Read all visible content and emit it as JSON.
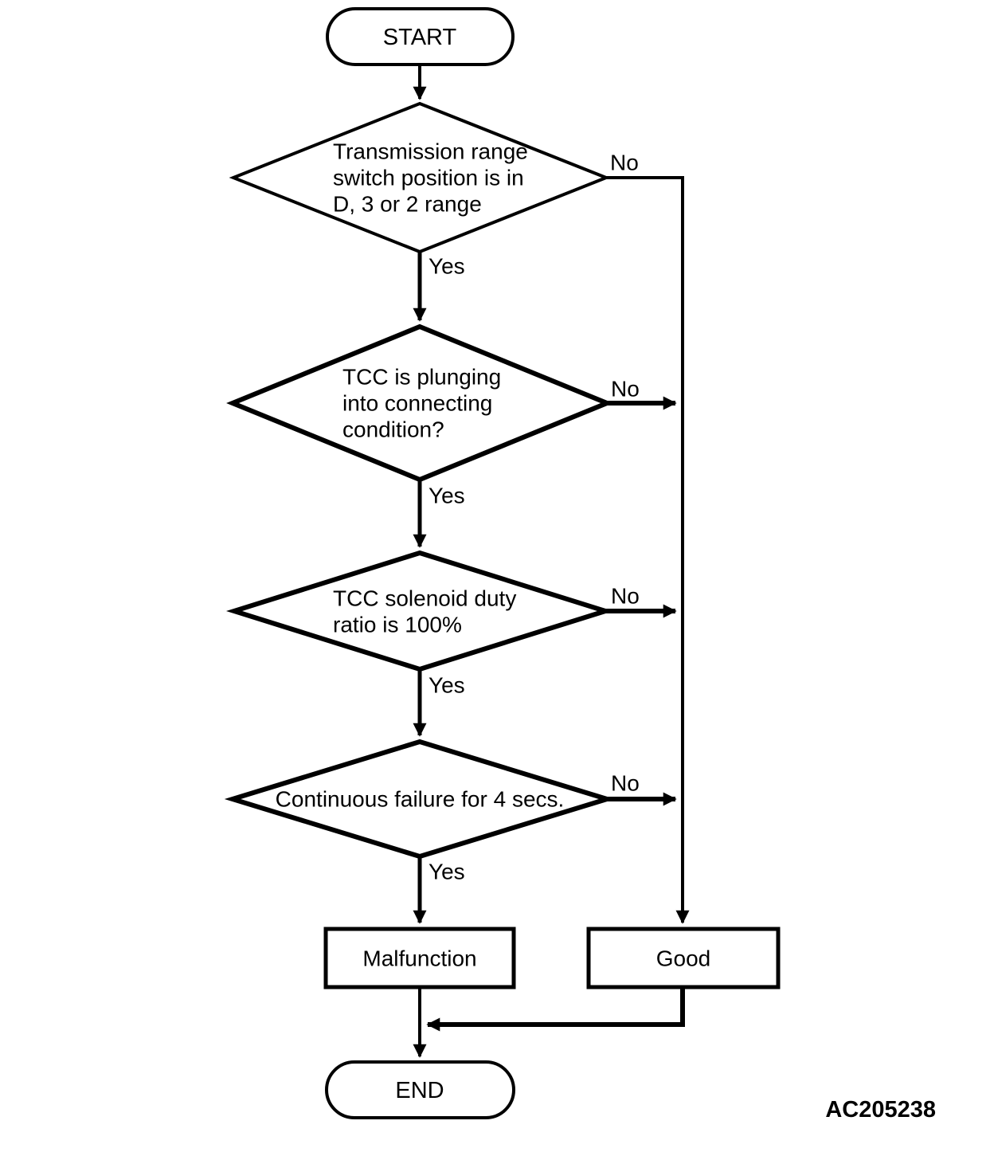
{
  "figure_code": "AC205238",
  "colors": {
    "line": "#000000",
    "text": "#000000",
    "background": "#ffffff"
  },
  "flowchart": {
    "start": {
      "label": "START"
    },
    "end": {
      "label": "END"
    },
    "decisions": [
      {
        "lines": [
          "Transmission range",
          "switch position is in",
          "D, 3 or 2 range"
        ],
        "yes_label": "Yes",
        "no_label": "No"
      },
      {
        "lines": [
          "TCC is plunging",
          "into connecting",
          "condition?"
        ],
        "yes_label": "Yes",
        "no_label": "No"
      },
      {
        "lines": [
          "TCC solenoid duty",
          "ratio is 100%"
        ],
        "yes_label": "Yes",
        "no_label": "No"
      },
      {
        "lines": [
          "Continuous failure for 4 secs."
        ],
        "yes_label": "Yes",
        "no_label": "No"
      }
    ],
    "outcomes": {
      "malfunction": "Malfunction",
      "good": "Good"
    }
  }
}
